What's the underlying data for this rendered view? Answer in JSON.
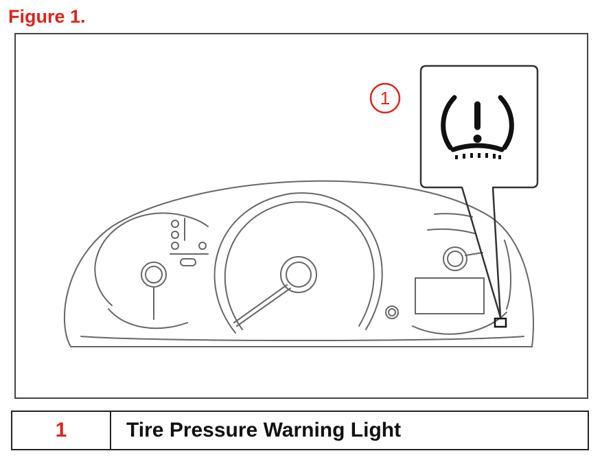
{
  "figure": {
    "title": "Figure 1."
  },
  "diagram": {
    "callout_number": "1",
    "icons": {
      "warning": "tire-pressure-warning-icon",
      "cluster": "instrument-cluster-drawing"
    },
    "colors": {
      "accent": "#d9251c",
      "line": "#555555"
    }
  },
  "legend": {
    "rows": [
      {
        "number": "1",
        "description": "Tire Pressure Warning Light"
      }
    ]
  }
}
